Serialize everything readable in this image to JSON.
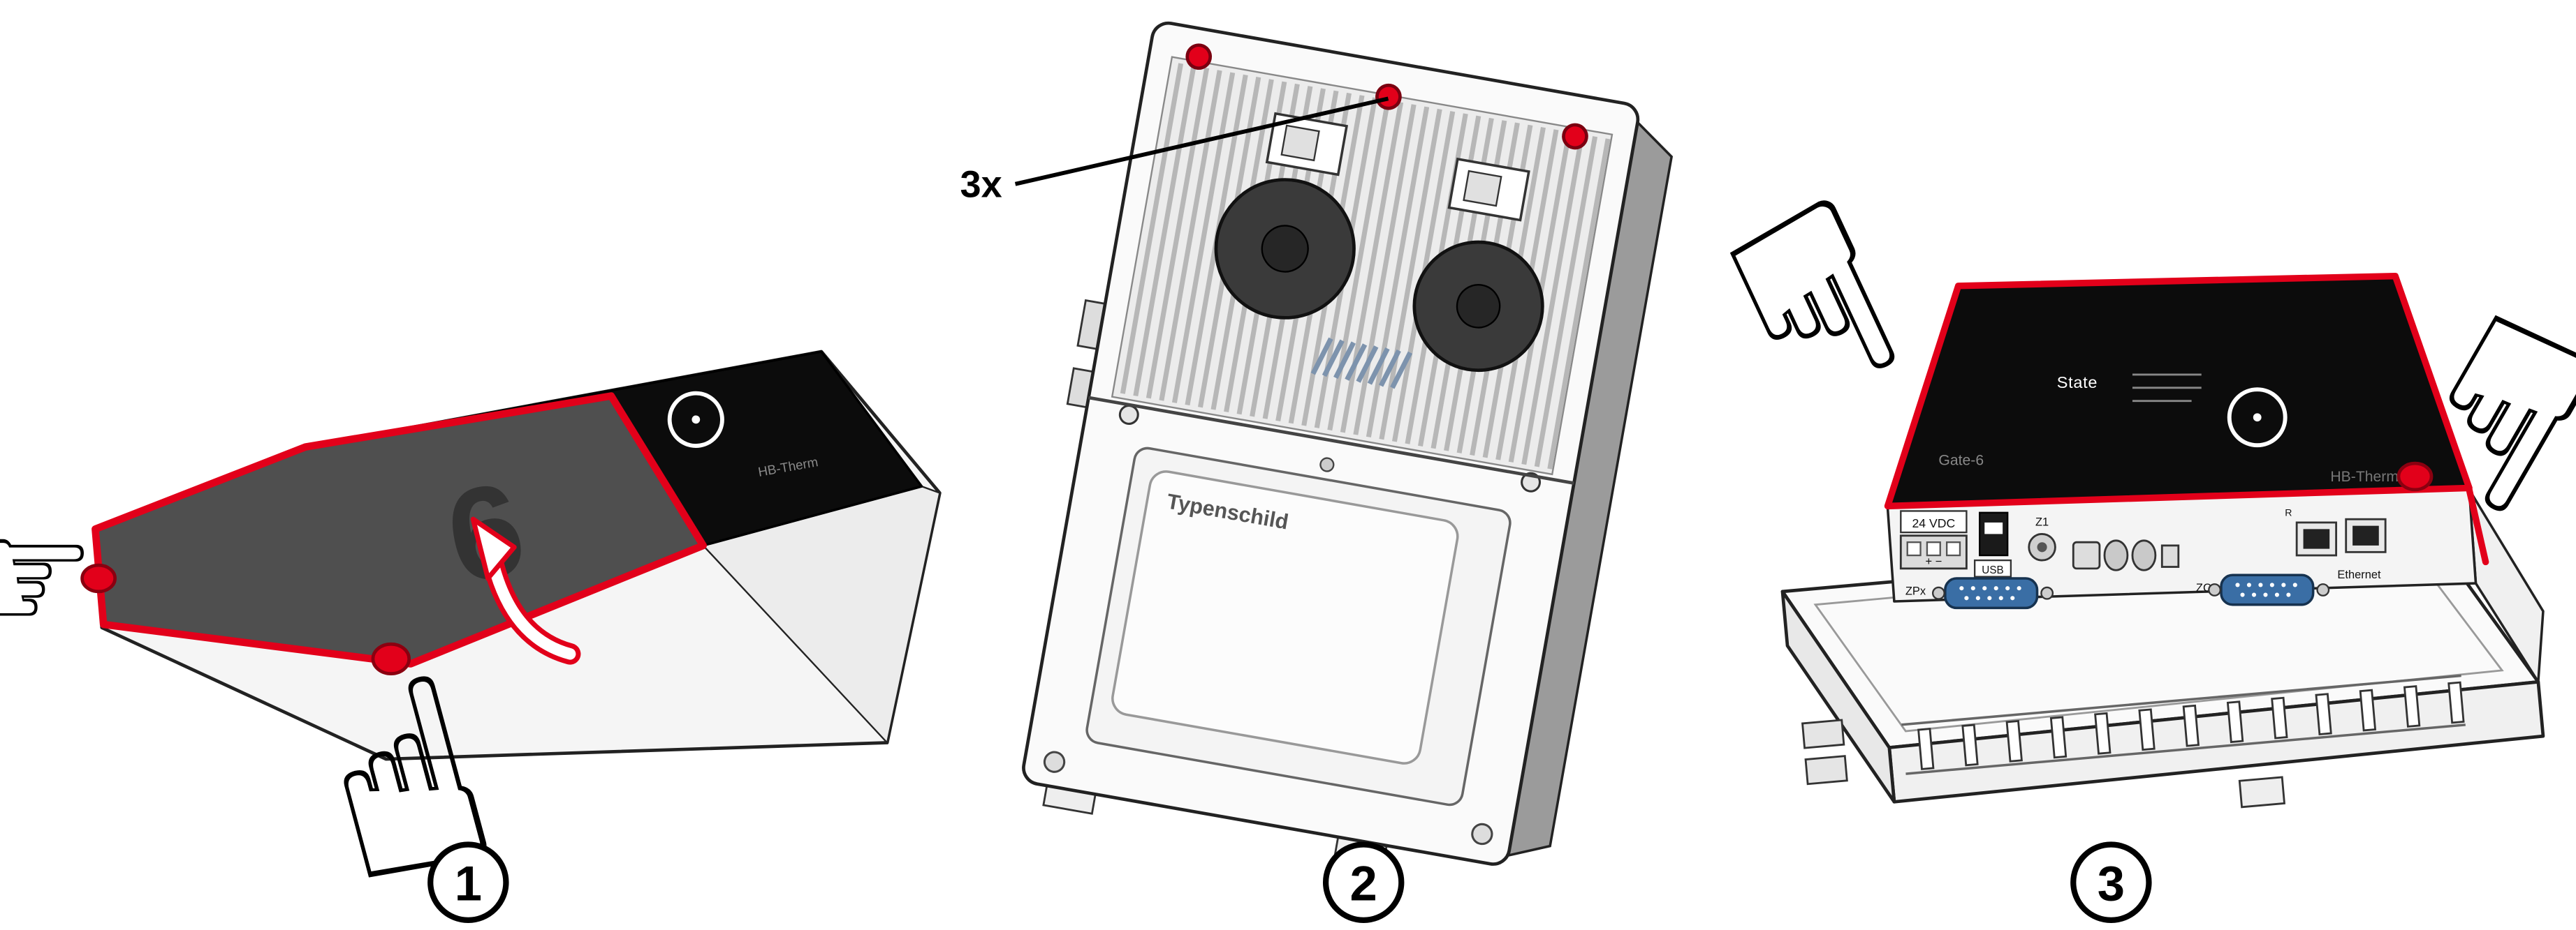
{
  "figure": {
    "steps": [
      {
        "number": "1"
      },
      {
        "number": "2"
      },
      {
        "number": "3"
      }
    ]
  },
  "step2": {
    "screw_count_label": "3x",
    "nameplate_label": "Typenschild"
  },
  "panel": {
    "state_label": "State",
    "model_label": "Gate-6",
    "brand_label": "HB-Therm",
    "cover_digit": "6"
  },
  "connectors": {
    "power_label": "24 VDC",
    "polarity_label": "+ −",
    "usb_label": "USB",
    "z1_label": "Z1",
    "r_label": "R",
    "zpx_label": "ZPx",
    "zc_label": "ZC",
    "ethernet_label": "Ethernet"
  },
  "icons": {
    "hand_up": "☝",
    "hand_down": "☟",
    "hand_side": "☞"
  },
  "colors": {
    "highlight_red": "#e2001a",
    "panel_black": "#0c0c0c",
    "connector_blue": "#3a6ea5"
  }
}
